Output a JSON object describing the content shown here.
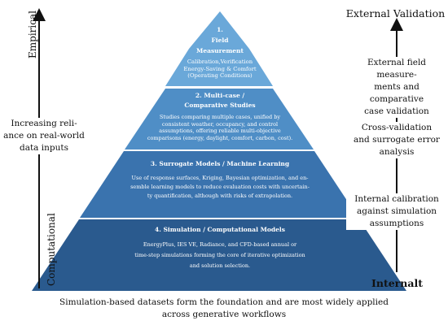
{
  "left_axis": {
    "top_label": "Empirical",
    "bottom_label": "Computational",
    "note_lines": [
      "Increasing reli-",
      "ance on real-world",
      "data inputs"
    ]
  },
  "right_axis": {
    "top_label": "External Validation",
    "bottom_label": "Internalt",
    "notes": [
      [
        "External field measure-",
        "ments and comparative",
        "case validation"
      ],
      [
        "Cross-validation",
        "and surrogate error",
        "analysis"
      ],
      [
        "Internal calibration",
        "against simulation",
        "assumptions"
      ]
    ]
  },
  "tiers": [
    {
      "title_lines": [
        "1.",
        "Field",
        "Measurement"
      ],
      "body_lines": [
        "Calibration,Verification",
        "Energy-Saving & Comfort",
        "(Operating Conditions)"
      ],
      "color": "#6aa8d9"
    },
    {
      "title_lines": [
        "2. Multi-case /",
        "Comparative Studies"
      ],
      "body_lines": [
        "Studies comparing multiple cases, unified by",
        "consistent weather, occupancy, and control",
        "assumptions, offering reliable multi-objective",
        "comparisons (energy, daylight, comfort, carbon, cost)."
      ],
      "color": "#4f8ec6"
    },
    {
      "title_lines": [
        "3. Surrogate Models / Machine Learning"
      ],
      "body_lines": [
        "Use of response surfaces, Kriging, Bayesian optimization, and en-",
        "semble learning models to reduce evaluation costs with uncertain-",
        "ty quantification, although with risks of extrapolation."
      ],
      "color": "#3a73ae"
    },
    {
      "title_lines": [
        "4. Simulation / Computational Models"
      ],
      "body_lines": [
        "EnergyPlus, IES VE, Radiance, and CFD-based annual or",
        "time-step simulations forming the core of iterative optimization",
        "and solution selection."
      ],
      "color": "#2a5a8e"
    }
  ],
  "caption_lines": [
    "Simulation-based datasets form the foundation and are most widely applied",
    "across generative workflows"
  ]
}
